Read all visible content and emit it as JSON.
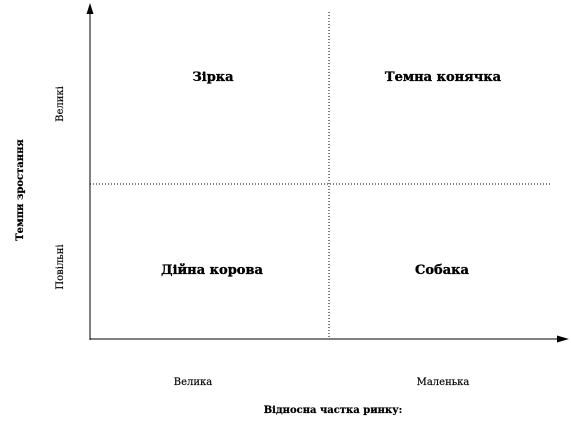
{
  "quadrants": {
    "top_left": "Зірка",
    "top_right": "Темна конячка",
    "bottom_left": "Дійна корова",
    "bottom_right": "Собака"
  },
  "y_axis": {
    "title": "Темпи зростання",
    "high": "Великі",
    "low": "Повільні"
  },
  "x_axis": {
    "title": "Відносна частка ринку:",
    "left": "Велика",
    "right": "Маленька"
  },
  "colors": {
    "line": "#000000",
    "background": "#ffffff"
  }
}
